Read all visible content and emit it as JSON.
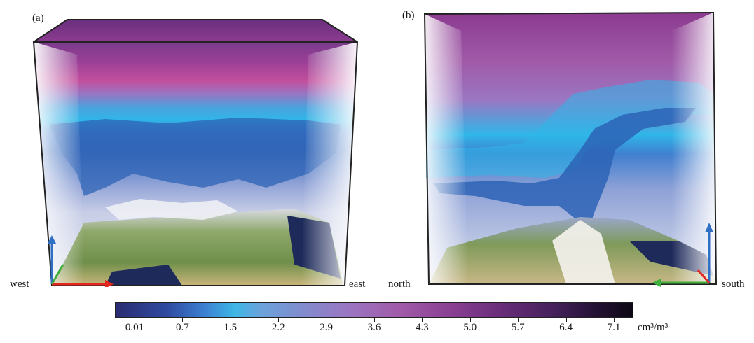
{
  "panels": [
    {
      "label": "(a)",
      "left_label": "west",
      "right_label": "east"
    },
    {
      "label": "(b)",
      "left_label": "north",
      "right_label": "south"
    }
  ],
  "colorbar": {
    "ticks": [
      "0.01",
      "0.7",
      "1.5",
      "2.2",
      "2.9",
      "3.6",
      "4.3",
      "5.0",
      "5.7",
      "6.4",
      "7.1"
    ],
    "unit": "cm³/m³"
  },
  "colors": {
    "arrow_red": "#e3261e",
    "arrow_green": "#3fae3a",
    "arrow_blue": "#2f6fc4",
    "top_magenta": "#9a3f96",
    "band_cyan": "#2fb6e8",
    "cloud_blue": "#2d63b6",
    "terrain_green": "#6f8f4a"
  }
}
